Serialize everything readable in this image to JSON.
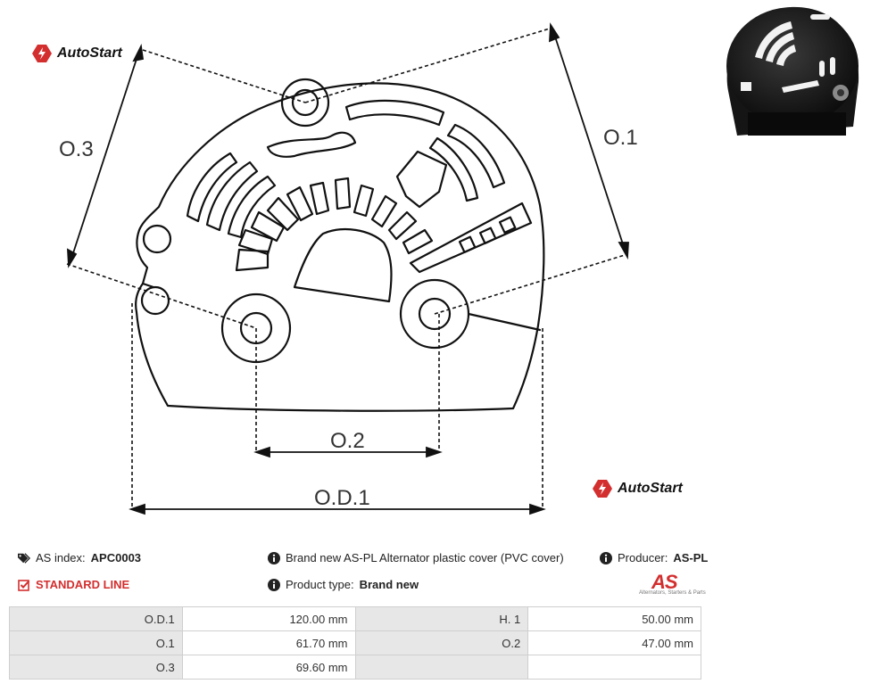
{
  "brand": {
    "name": "AutoStart"
  },
  "dimensions": {
    "od1": "O.D.1",
    "o1": "O.1",
    "o2": "O.2",
    "o3": "O.3"
  },
  "info": {
    "as_index_label": "AS index:",
    "as_index_value": "APC0003",
    "line": "STANDARD LINE",
    "description": "Brand new AS-PL Alternator plastic cover (PVC cover)",
    "product_type_label": "Product type:",
    "product_type_value": "Brand new",
    "producer_label": "Producer:",
    "producer_value": "AS-PL"
  },
  "producer_logo": {
    "mark": "AS",
    "tagline": "Alternators, Starters & Parts"
  },
  "specs": [
    {
      "k1": "O.D.1",
      "v1": "120.00 mm",
      "k2": "H. 1",
      "v2": "50.00 mm"
    },
    {
      "k1": "O.1",
      "v1": "61.70 mm",
      "k2": "O.2",
      "v2": "47.00 mm"
    },
    {
      "k1": "O.3",
      "v1": "69.60 mm",
      "k2": "",
      "v2": ""
    }
  ],
  "colors": {
    "accent": "#d32f2f",
    "table_key_bg": "#e7e7e7",
    "border": "#cfcfcf"
  }
}
